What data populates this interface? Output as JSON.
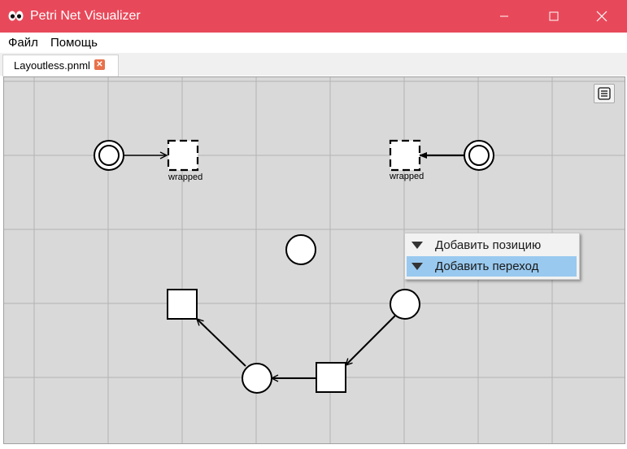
{
  "window": {
    "title": "Petri Net Visualizer",
    "title_bar_color": "#e8495a"
  },
  "menu": {
    "items": [
      {
        "label": "Файл"
      },
      {
        "label": "Помощь"
      }
    ]
  },
  "tabs": [
    {
      "label": "Layoutless.pnml",
      "active": true
    }
  ],
  "canvas": {
    "background": "#d9d9d9",
    "grid_color": "#b4b4b4",
    "transition_labels": {
      "left": "wrapped",
      "right": "wrapped"
    }
  },
  "context_menu": {
    "items": [
      {
        "label": "Добавить позицию",
        "highlighted": false
      },
      {
        "label": "Добавить переход",
        "highlighted": true
      }
    ],
    "highlight_color": "#99c9ef"
  }
}
